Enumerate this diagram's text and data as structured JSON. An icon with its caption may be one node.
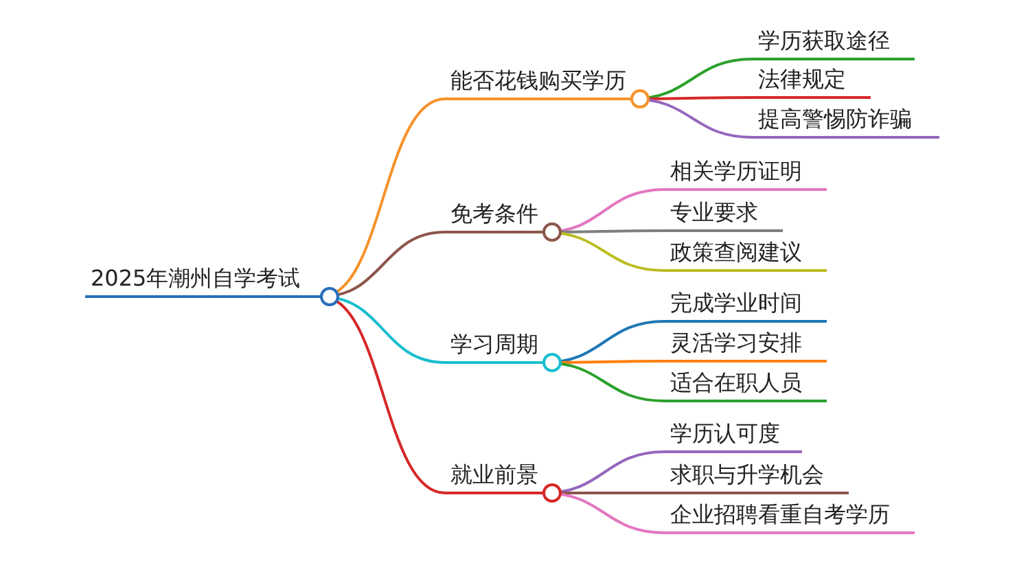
{
  "diagram": {
    "nodes": [
      {
        "text": [
          "2025年潮州自学考试"
        ]
      },
      {
        "text": [
          "能否花钱购买学历"
        ]
      },
      {
        "text": [
          "学历获取途径"
        ]
      },
      {
        "text": [
          "法律规定"
        ]
      },
      {
        "text": [
          "提高警惕防诈骗"
        ]
      },
      {
        "text": [
          "免考条件"
        ]
      },
      {
        "text": [
          "相关学历证明"
        ]
      },
      {
        "text": [
          "专业要求"
        ]
      },
      {
        "text": [
          "政策查阅建议"
        ]
      },
      {
        "text": [
          "学习周期"
        ]
      },
      {
        "text": [
          "完成学业时间"
        ]
      },
      {
        "text": [
          "灵活学习安排"
        ]
      },
      {
        "text": [
          "适合在职人员"
        ]
      },
      {
        "text": [
          "就业前景"
        ]
      },
      {
        "text": [
          "学历认可度"
        ]
      },
      {
        "text": [
          "求职与升学机会"
        ]
      },
      {
        "text": [
          "企业招聘看重自考学历"
        ]
      }
    ],
    "edges": [
      {
        "from": 0,
        "to": 1,
        "arrow": "none",
        "color": "#f7922a"
      },
      {
        "from": 1,
        "to": 2,
        "arrow": "none",
        "color": "#2ca02c"
      },
      {
        "from": 1,
        "to": 3,
        "arrow": "none",
        "color": "#d62728"
      },
      {
        "from": 1,
        "to": 4,
        "arrow": "none",
        "color": "#9467bd"
      },
      {
        "from": 0,
        "to": 5,
        "arrow": "none",
        "color": "#8c564b"
      },
      {
        "from": 5,
        "to": 6,
        "arrow": "none",
        "color": "#e377c2"
      },
      {
        "from": 5,
        "to": 7,
        "arrow": "none",
        "color": "#7f7f7f"
      },
      {
        "from": 5,
        "to": 8,
        "arrow": "none",
        "color": "#bcbd22"
      },
      {
        "from": 0,
        "to": 9,
        "arrow": "none",
        "color": "#17becf"
      },
      {
        "from": 9,
        "to": 10,
        "arrow": "none",
        "color": "#1f77b4"
      },
      {
        "from": 9,
        "to": 11,
        "arrow": "none",
        "color": "#ff7f0e"
      },
      {
        "from": 9,
        "to": 12,
        "arrow": "none",
        "color": "#2ca02c"
      },
      {
        "from": 0,
        "to": 13,
        "arrow": "none",
        "color": "#d62728"
      },
      {
        "from": 13,
        "to": 14,
        "arrow": "none",
        "color": "#9467bd"
      },
      {
        "from": 13,
        "to": 15,
        "arrow": "none",
        "color": "#8c564b"
      },
      {
        "from": 13,
        "to": 16,
        "arrow": "none",
        "color": "#e377c2"
      }
    ]
  }
}
